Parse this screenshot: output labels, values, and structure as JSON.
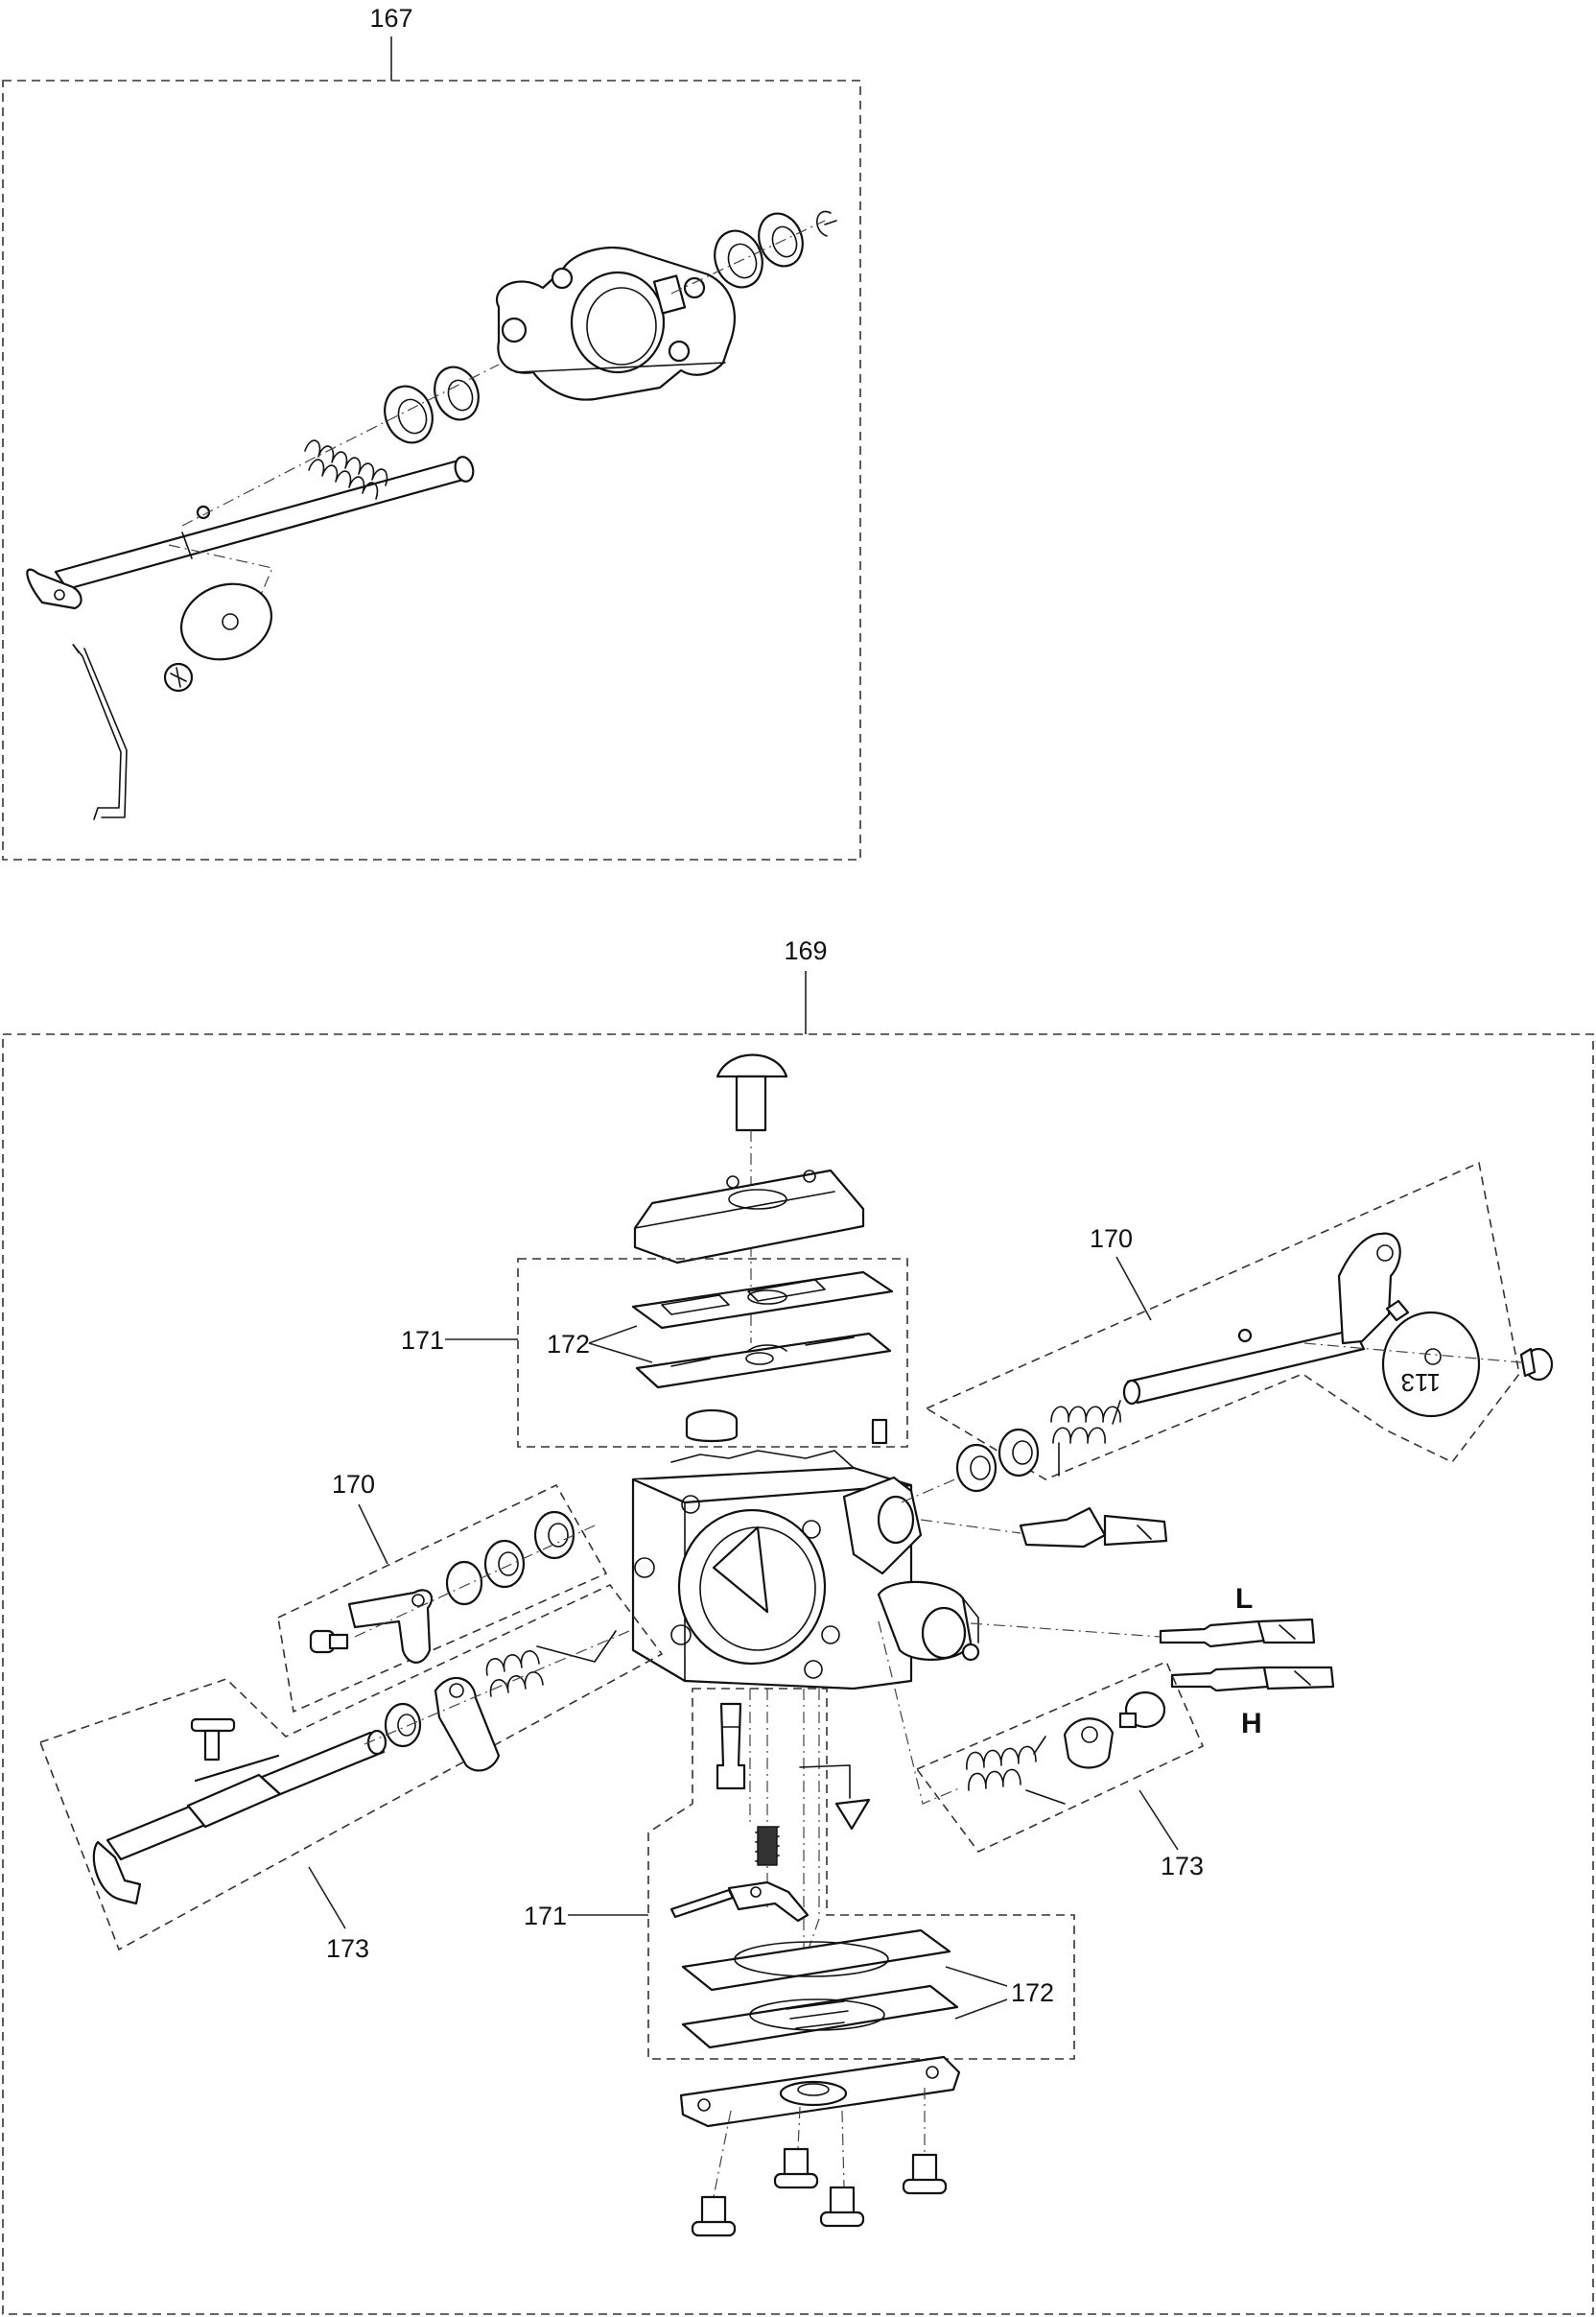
{
  "callouts": {
    "c167": "167",
    "c169": "169",
    "c170_right": "170",
    "c170_left": "170",
    "c171_top": "171",
    "c171_bottom": "171",
    "c172_top": "172",
    "c172_bottom": "172",
    "c173_left": "173",
    "c173_right": "173",
    "label_L": "L",
    "label_H": "H"
  },
  "part_marking": "113"
}
